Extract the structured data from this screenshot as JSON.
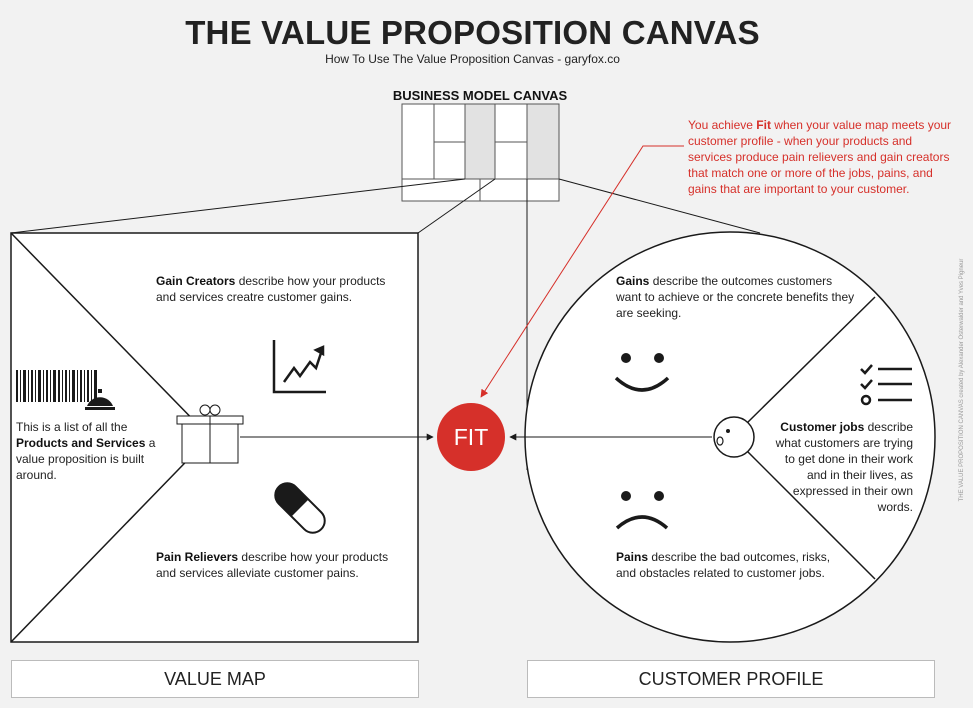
{
  "header": {
    "title": "THE VALUE PROPOSITION CANVAS",
    "subtitle": "How To Use The Value Proposition Canvas - garyfox.co"
  },
  "business_model_canvas": {
    "label": "BUSINESS MODEL CANVAS"
  },
  "fit_note": {
    "before": "You achieve ",
    "bold": "Fit",
    "after": " when your value map meets your customer profile - when your products and services produce pain relievers and gain creators that match one or more of the jobs, pains, and gains that are important to your customer."
  },
  "fit": {
    "label": "FIT"
  },
  "value_map": {
    "gain_creators": {
      "term": "Gain Creators",
      "text": " describe how your products and services creatre customer gains."
    },
    "pain_relievers": {
      "term": "Pain Relievers",
      "text": " describe how your products and services alleviate customer pains."
    },
    "products": {
      "pre": "This is a list of all the ",
      "term": "Products and Services",
      "post": " a value proposition is built around."
    },
    "footer_label": "VALUE MAP"
  },
  "customer_profile": {
    "gains": {
      "term": "Gains",
      "text": " describe the outcomes customers want to achieve or the concrete benefits they are seeking."
    },
    "pains": {
      "term": "Pains",
      "text": " describe the bad outcomes, risks, and obstacles related to customer jobs."
    },
    "jobs": {
      "term": "Customer jobs",
      "text": " describe what customers are trying to get done in their work and in their lives, as expressed in their own words."
    },
    "footer_label": "CUSTOMER PROFILE"
  },
  "credit": "THE VALUE PROPOSITION CANVAS created by Alexander Osterwalder and Yves Pigneur",
  "colors": {
    "accent": "#d6302a",
    "line": "#1a1a1a",
    "background": "#f2f2f2"
  },
  "icons": [
    "barcode-icon",
    "service-bell-icon",
    "gift-box-icon",
    "growth-chart-icon",
    "pill-icon",
    "smiley-icon",
    "frown-icon",
    "checklist-icon",
    "customer-head-icon"
  ]
}
